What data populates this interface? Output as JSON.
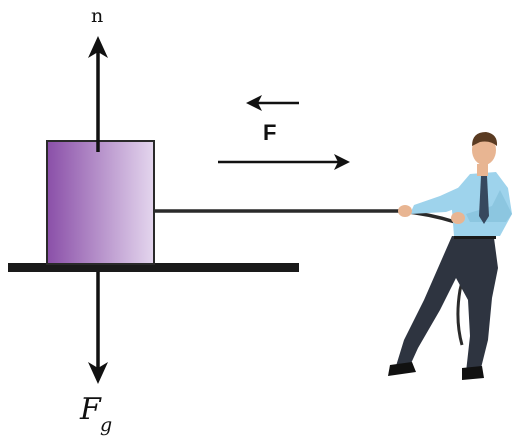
{
  "labels": {
    "normal_force": "n",
    "applied_force": "F",
    "gravity_force": "F",
    "gravity_subscript": "g"
  },
  "colors": {
    "block_dark": "#8a4fa8",
    "block_light": "#e4d6ee",
    "floor": "#1a1a1a",
    "arrow": "#111111",
    "rope": "#2a2a2a",
    "shirt": "#9ed3ec",
    "trousers": "#2e3440",
    "tie": "#37485e",
    "skin": "#e8b592",
    "hair": "#5a3b22"
  },
  "icons": {
    "person": "person-pulling-rope-icon"
  }
}
